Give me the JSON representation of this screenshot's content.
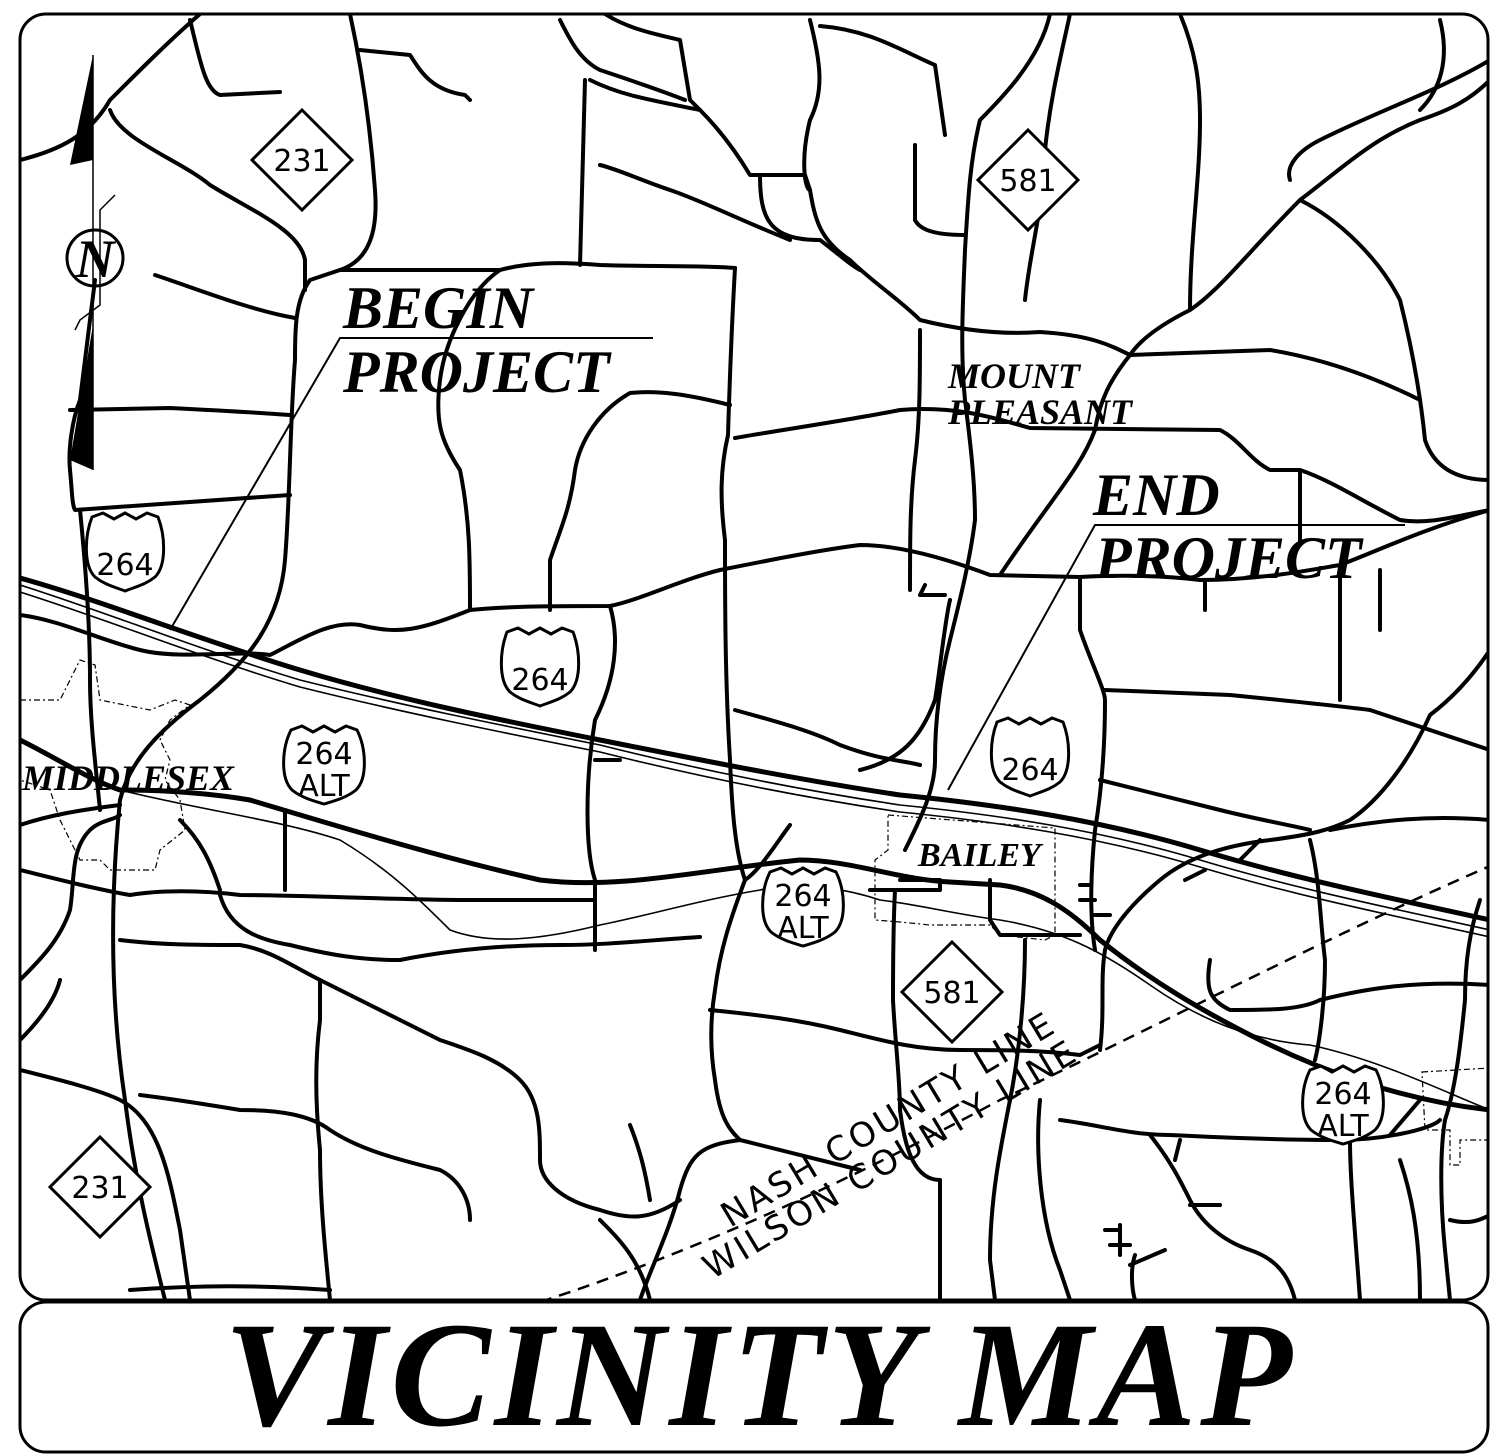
{
  "map": {
    "title": "VICINITY MAP",
    "project_labels": {
      "begin_line1": "BEGIN",
      "begin_line2": "PROJECT",
      "end_line1": "END",
      "end_line2": "PROJECT"
    },
    "places": [
      {
        "name": "MIDDLESEX"
      },
      {
        "name": "BAILEY"
      }
    ],
    "mount_pleasant": {
      "line1": "MOUNT",
      "line2": "PLEASANT"
    },
    "state_routes": [
      {
        "number": "231"
      },
      {
        "number": "581"
      },
      {
        "number": "581"
      },
      {
        "number": "231"
      }
    ],
    "us_routes": [
      {
        "number": "264"
      },
      {
        "number": "264"
      },
      {
        "number": "264"
      }
    ],
    "alt_routes": [
      {
        "number": "264",
        "suffix": "ALT"
      },
      {
        "number": "264",
        "suffix": "ALT"
      },
      {
        "number": "264",
        "suffix": "ALT"
      }
    ],
    "county_lines": {
      "upper": "NASH  COUNTY LINE",
      "lower": "WILSON  COUNTY LINE"
    },
    "north_arrow": {
      "letter": "N"
    },
    "colors": {
      "ink": "#000000",
      "paper": "#ffffff"
    }
  }
}
